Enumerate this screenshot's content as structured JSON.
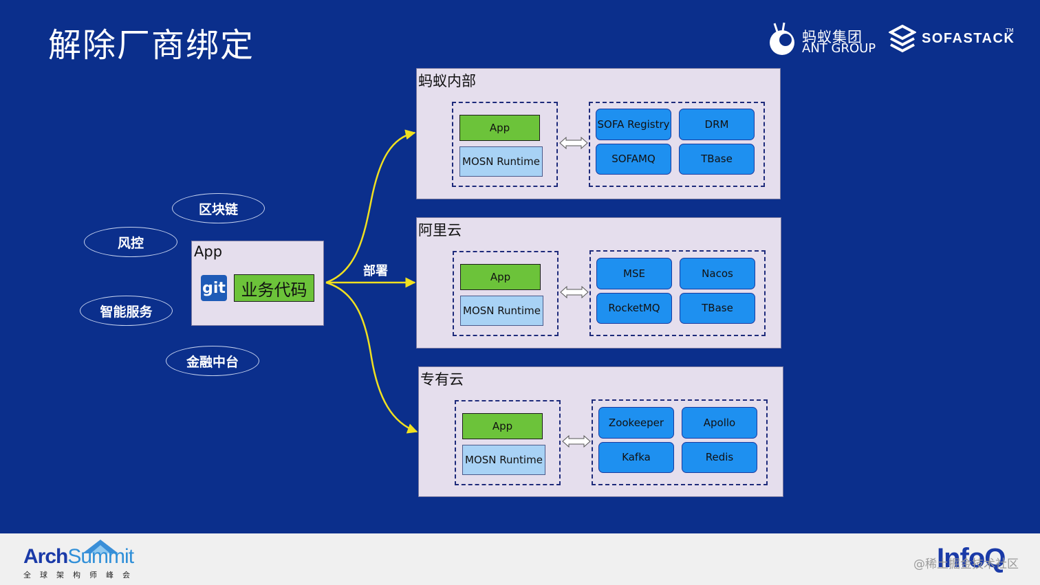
{
  "title": "解除厂商绑定",
  "header": {
    "ant_cn": "蚂蚁集团",
    "ant_en": "ANT GROUP",
    "sofastack": "SOFASTACK",
    "sofastack_tm": "TM"
  },
  "scenarios": [
    "区块链",
    "风控",
    "智能服务",
    "金融中台"
  ],
  "app": {
    "label": "App",
    "git": "git",
    "code": "业务代码"
  },
  "deploy_label": "部署",
  "environments": [
    {
      "title": "蚂蚁内部",
      "app": "App",
      "runtime": "MOSN Runtime",
      "services": [
        "SOFA Registry",
        "DRM",
        "SOFAMQ",
        "TBase"
      ]
    },
    {
      "title": "阿里云",
      "app": "App",
      "runtime": "MOSN Runtime",
      "services": [
        "MSE",
        "Nacos",
        "RocketMQ",
        "TBase"
      ]
    },
    {
      "title": "专有云",
      "app": "App",
      "runtime": "MOSN Runtime",
      "services": [
        "Zookeeper",
        "Apollo",
        "Kafka",
        "Redis"
      ]
    }
  ],
  "footer": {
    "arch": "Arch",
    "summit": "Summit",
    "arch_sub": "全球架构师峰会",
    "infoq": "InfoQ",
    "watermark": "@稀土掘金技术社区"
  },
  "colors": {
    "background": "#0b2f8c",
    "arrow": "#f0e020",
    "app_green": "#6cc33a",
    "service_blue": "#1e90f0",
    "runtime_lightblue": "#a8d2f5",
    "panel": "#e5deed"
  }
}
